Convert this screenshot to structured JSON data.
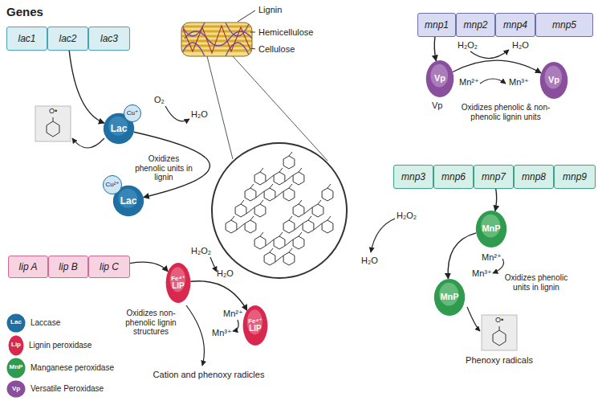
{
  "diagram": {
    "nodes": [
      {
        "text": [
          "lac1"
        ]
      },
      {
        "text": [
          "lac2"
        ]
      },
      {
        "text": [
          "lac3"
        ]
      },
      {
        "text": [
          "Lac"
        ]
      },
      {
        "text": [
          "Cu⁺"
        ],
        "in": 3
      },
      {
        "text": [
          "Lac"
        ]
      },
      {
        "text": [
          "Cu²⁺"
        ],
        "in": 5
      },
      {
        "text": [
          "mnp1"
        ]
      },
      {
        "text": [
          "mnp2"
        ]
      },
      {
        "text": [
          "mnp4"
        ]
      },
      {
        "text": [
          "mnp5"
        ]
      },
      {
        "text": [
          "Vp"
        ]
      },
      {
        "text": [
          "Vp"
        ]
      },
      {
        "text": [
          "mnp3"
        ]
      },
      {
        "text": [
          "mnp6"
        ]
      },
      {
        "text": [
          "mnp7"
        ]
      },
      {
        "text": [
          "mnp8"
        ]
      },
      {
        "text": [
          "mnp9"
        ]
      },
      {
        "text": [
          "MnP"
        ]
      },
      {
        "text": [
          "MnP"
        ]
      },
      {
        "text": [
          "lip A"
        ]
      },
      {
        "text": [
          "lip B"
        ]
      },
      {
        "text": [
          "lip C"
        ]
      },
      {
        "text": [
          "Fe⁴⁺",
          "LIP"
        ]
      },
      {
        "text": [
          "Fe⁴⁺",
          "LIP"
        ]
      }
    ],
    "edges": [
      {
        "from": 1,
        "to": 3,
        "arrow": "to"
      },
      {
        "from": 3,
        "to": 5,
        "arrow": "to"
      },
      {
        "from": 7,
        "to": 11,
        "arrow": "to"
      },
      {
        "from": 11,
        "to": 12,
        "arrow": "to"
      },
      {
        "from": 15,
        "to": 18,
        "arrow": "to"
      },
      {
        "from": 18,
        "to": 19,
        "arrow": "to"
      },
      {
        "from": 22,
        "to": 23,
        "arrow": "to"
      },
      {
        "from": 23,
        "to": 24,
        "arrow": "to"
      }
    ],
    "labels": [
      "Genes",
      "Lignin",
      "Hemicellulose",
      "Cellulose",
      "O•",
      "O₂",
      "H₂O",
      "Oxidizes phenolic units in lignin",
      "H₂O₂",
      "H₂O",
      "Mn²⁺",
      "Mn³⁺",
      "Vp",
      "Oxidizes phenolic & non-phenolic lignin units",
      "H₂O₂",
      "H₂O",
      "Mn²⁺",
      "Mn³⁺",
      "Oxidizes phenolic units in lignin",
      "O•",
      "Phenoxy radicals",
      "H₂O₂",
      "H₂O",
      "Mn²⁺",
      "Mn³⁺",
      "Oxidizes non-phenolic lignin structures",
      "Cation and phenoxy radicles",
      "Lac",
      "Lip",
      "MnP",
      "Vp"
    ],
    "legend": [
      {
        "text": "Laccase",
        "color": "#1f6fa3"
      },
      {
        "text": "Lignin peroxidase",
        "color": "#d8284e"
      },
      {
        "text": "Manganese peroxidase",
        "color": "#2f9b4f"
      },
      {
        "text": "Versatile Peroxidase",
        "color": "#8a4f9c"
      }
    ]
  }
}
